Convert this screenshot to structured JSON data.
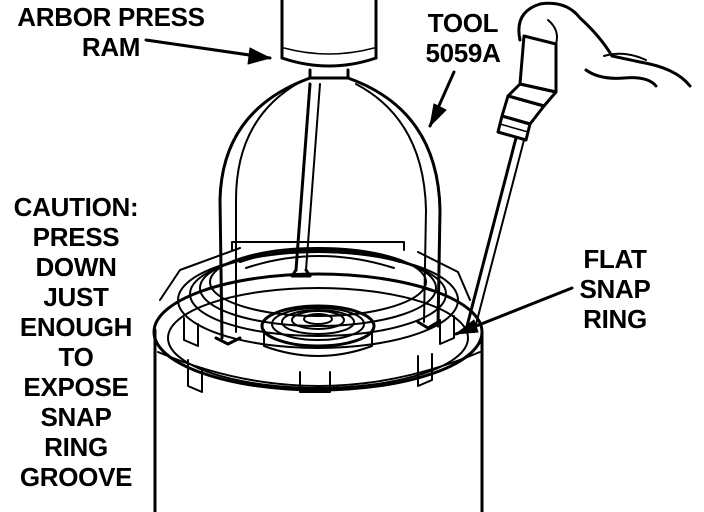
{
  "labels": {
    "arbor_press_ram": [
      "ARBOR PRESS",
      "RAM"
    ],
    "tool": [
      "TOOL",
      "5059A"
    ],
    "flat_snap_ring": [
      "FLAT",
      "SNAP",
      "RING"
    ],
    "caution": [
      "CAUTION:",
      "PRESS",
      "DOWN",
      "JUST",
      "ENOUGH",
      "TO",
      "EXPOSE",
      "SNAP",
      "RING",
      "GROOVE"
    ]
  },
  "colors": {
    "ink": "#000000",
    "paper": "#ffffff"
  }
}
